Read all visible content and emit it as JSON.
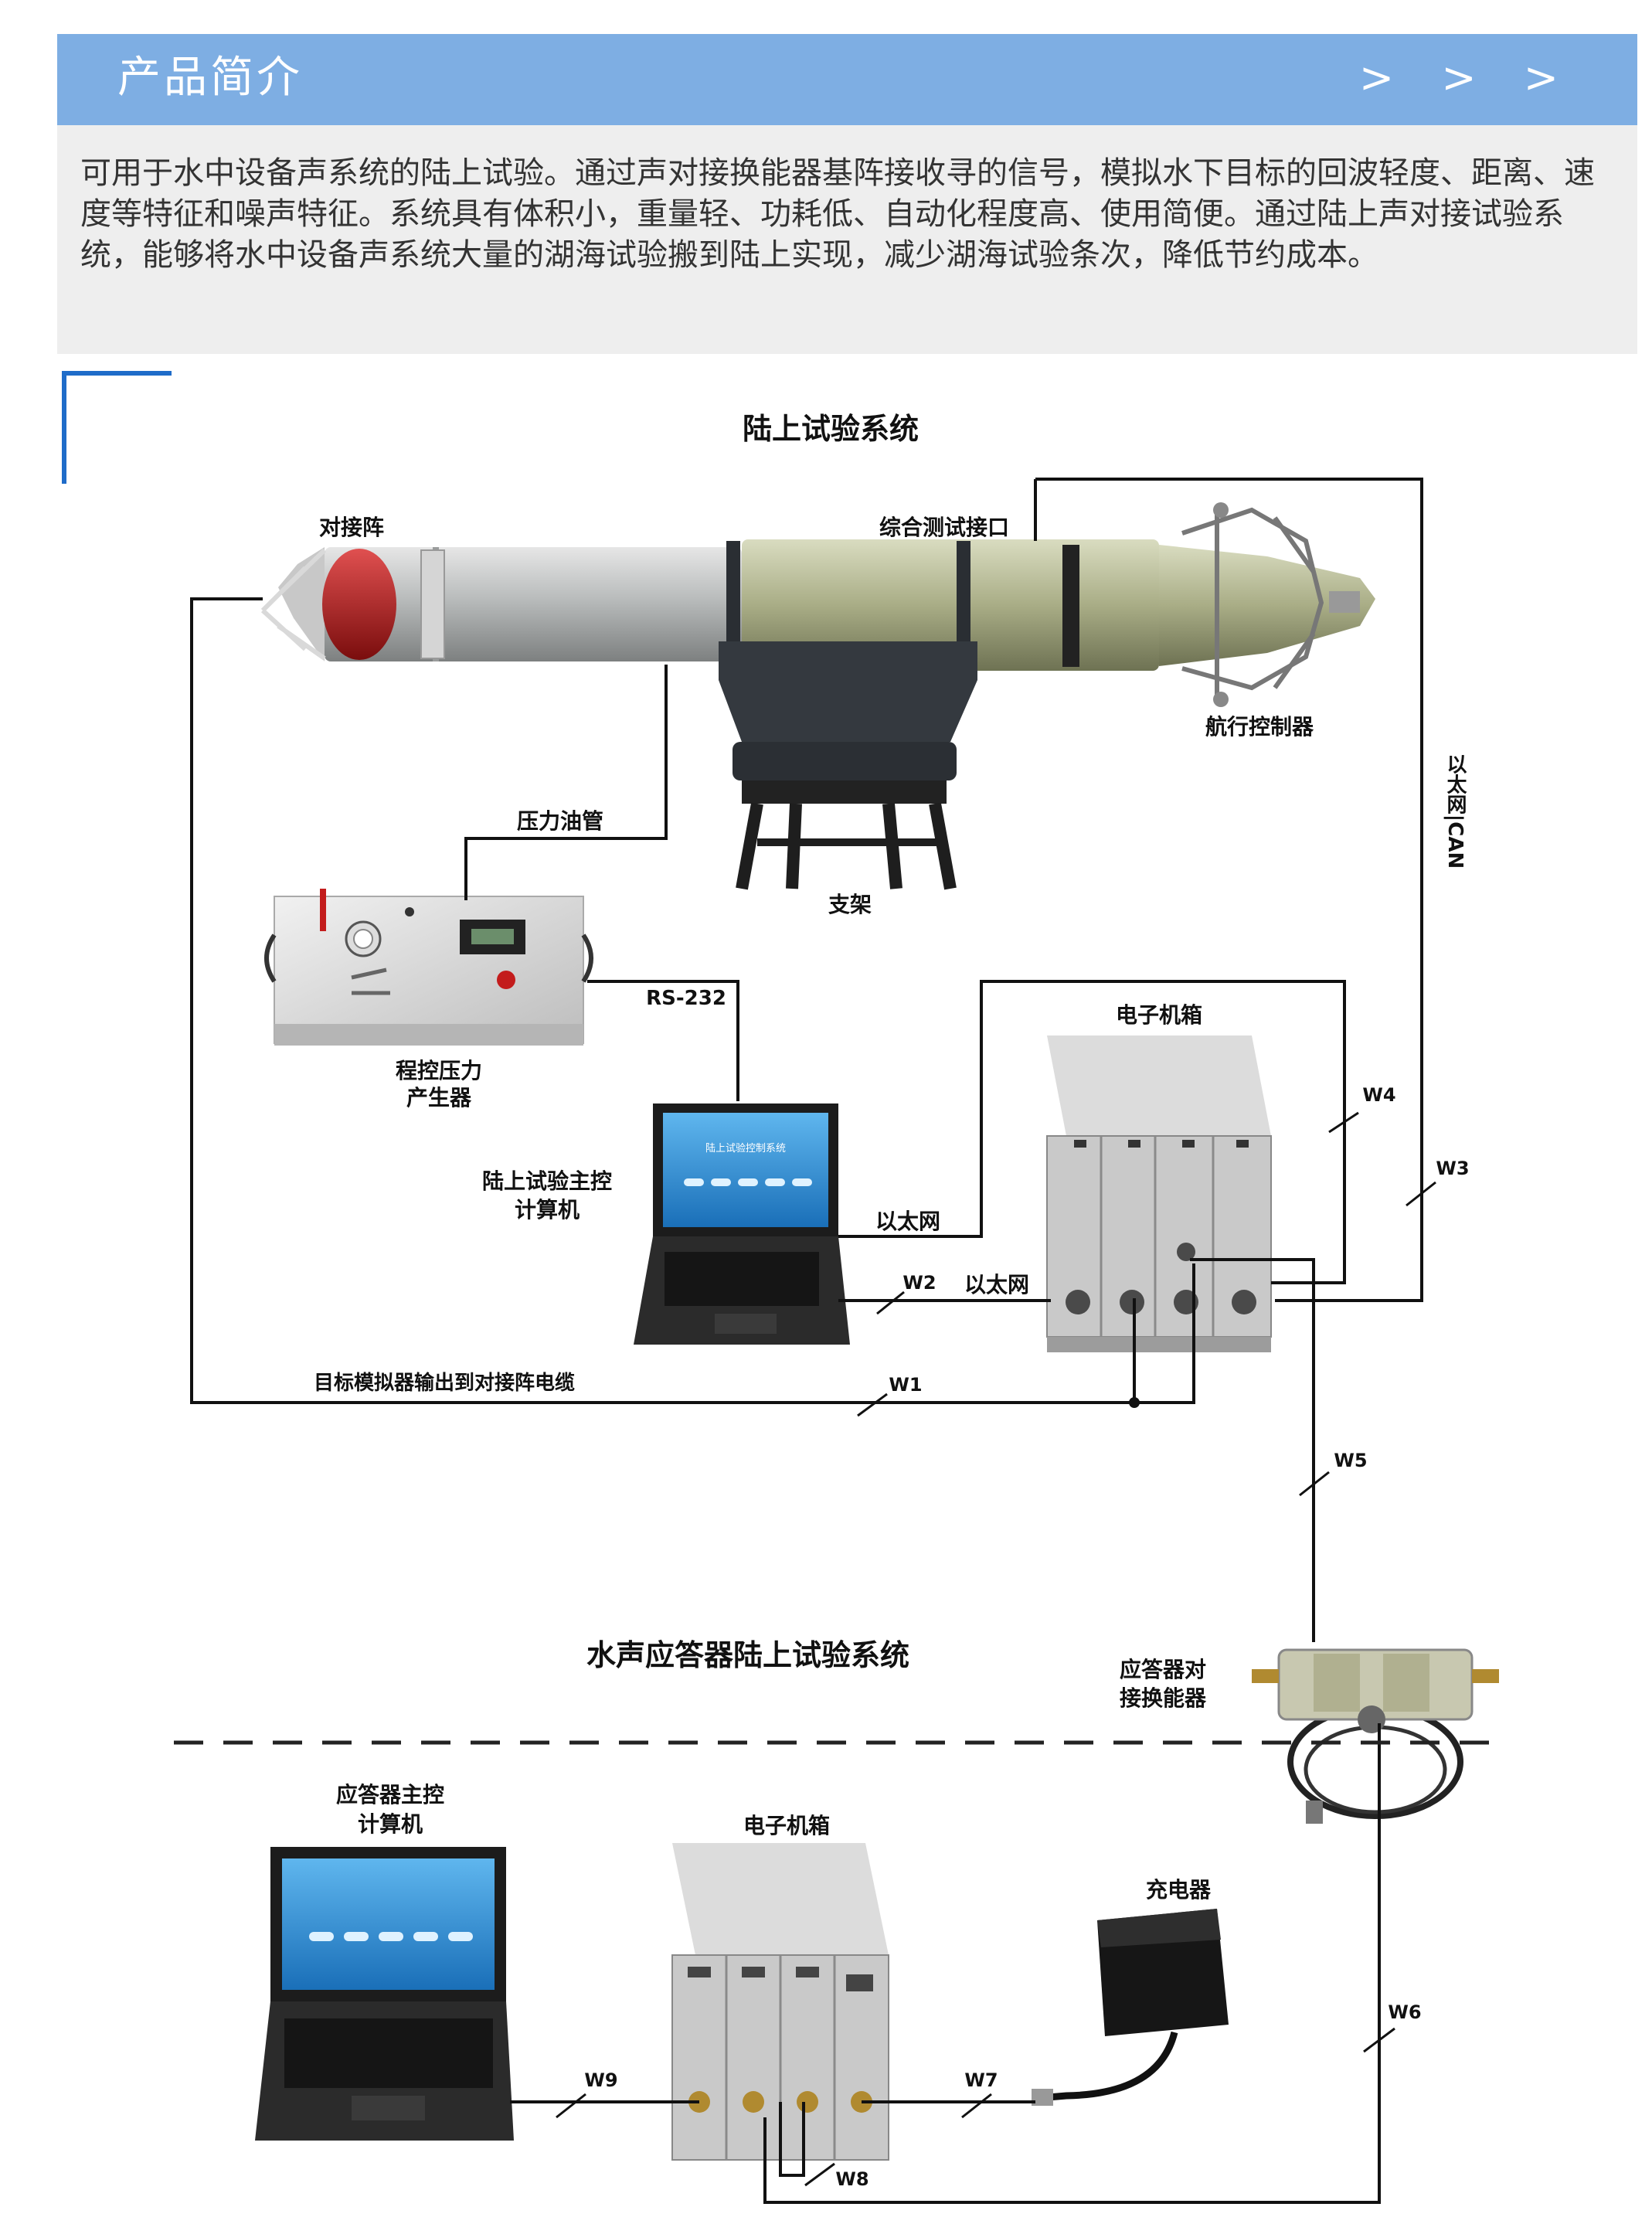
{
  "header": {
    "title": "产品简介",
    "arrows": "> > >"
  },
  "intro": {
    "text": "可用于水中设备声系统的陆上试验。通过声对接换能器基阵接收寻的信号，模拟水下目标的回波轻度、距离、速度等特征和噪声特征。系统具有体积小，重量轻、功耗低、自动化程度高、使用简便。通过陆上声对接试验系统，能够将水中设备声系统大量的湖海试验搬到陆上实现，减少湖海试验条次，降低节约成本。"
  },
  "diagram": {
    "title_top": "陆上试验系统",
    "title_bottom": "水声应答器陆上试验系统",
    "labels": {
      "duijiezhen": "对接阵",
      "zonghe": "综合测试接口",
      "xunhang": "航行控制器",
      "yali_guan": "压力油管",
      "zhijia": "支架",
      "rs232": "RS-232",
      "yali_l1": "程控压力",
      "yali_l2": "产生器",
      "zhukong_l1": "陆上试验主控",
      "zhukong_l2": "计算机",
      "yitai_a": "以太网",
      "yitai_b": "以太网",
      "dianzi_top": "电子机箱",
      "dianzi_bottom": "电子机箱",
      "can": "以太网|CAN",
      "cable_label": "目标模拟器输出到对接阵电缆",
      "yingda_jx_l1": "应答器对",
      "yingda_jx_l2": "接换能器",
      "yingda_pc_l1": "应答器主控",
      "yingda_pc_l2": "计算机",
      "chongdian": "充电器"
    },
    "wires": {
      "w1": "W1",
      "w2": "W2",
      "w3": "W3",
      "w4": "W4",
      "w5": "W5",
      "w6": "W6",
      "w7": "W7",
      "w8": "W8",
      "w9": "W9"
    },
    "screen_text": "陆上试验控制系统"
  },
  "colors": {
    "header_bg": "#7eaee3",
    "intro_bg": "#eeeeee",
    "accent": "#1f6cc9"
  }
}
